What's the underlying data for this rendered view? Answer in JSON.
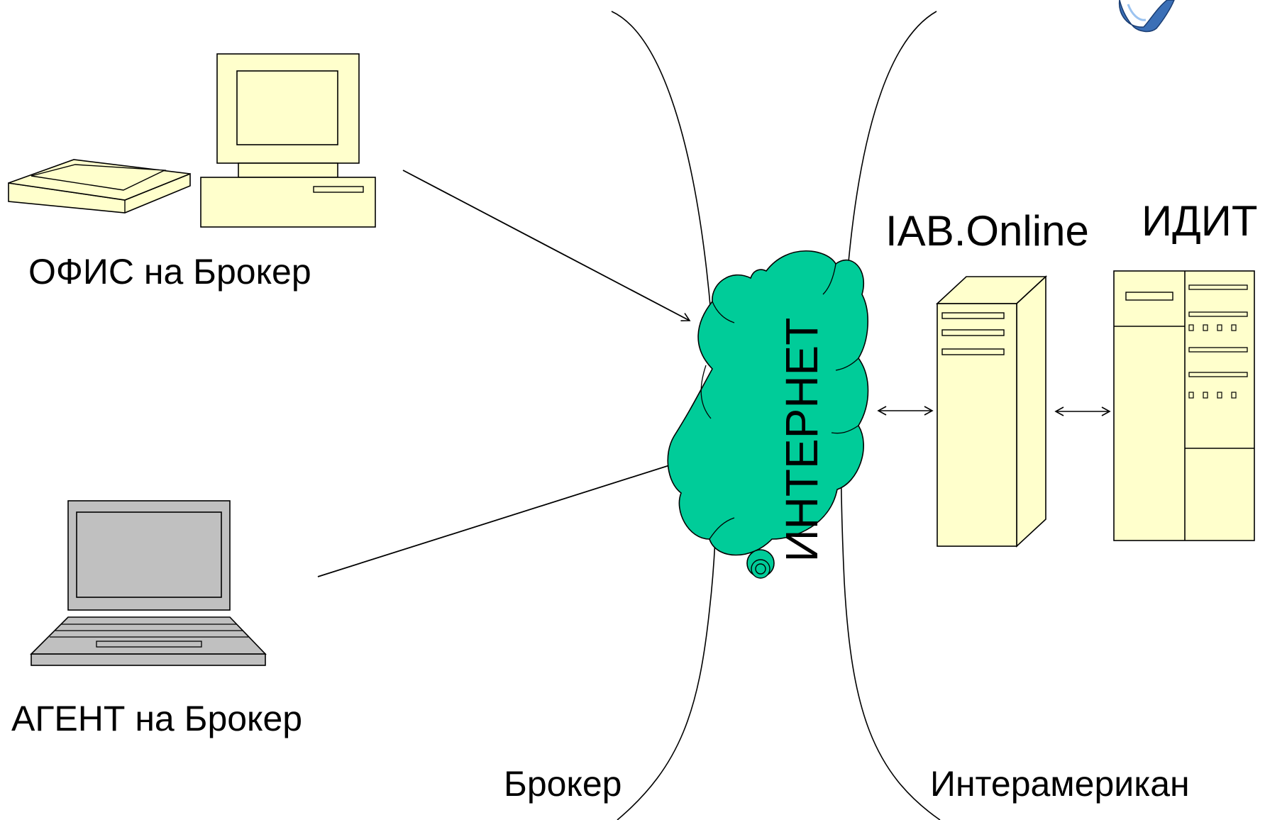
{
  "labels": {
    "office": "ОФИС на Брокер",
    "agent": "АГЕНТ на Брокер",
    "iab_online": "IAB.Online",
    "idit": "ИДИТ",
    "internet": "ИНТЕРНЕТ",
    "broker": "Брокер",
    "interamerican": "Интерамерикан"
  },
  "colors": {
    "device_fill": "#ffffcc",
    "laptop_fill": "#c0c0c0",
    "cloud_fill": "#00cc99",
    "logo_fill": "#3b6fb6",
    "line": "#000000"
  },
  "icons": {
    "office": [
      "scanner-icon",
      "desktop-computer-icon"
    ],
    "agent": [
      "laptop-icon"
    ],
    "network": [
      "internet-cloud-icon"
    ],
    "servers": [
      "iab-online-server-icon",
      "idit-server-icon"
    ]
  }
}
